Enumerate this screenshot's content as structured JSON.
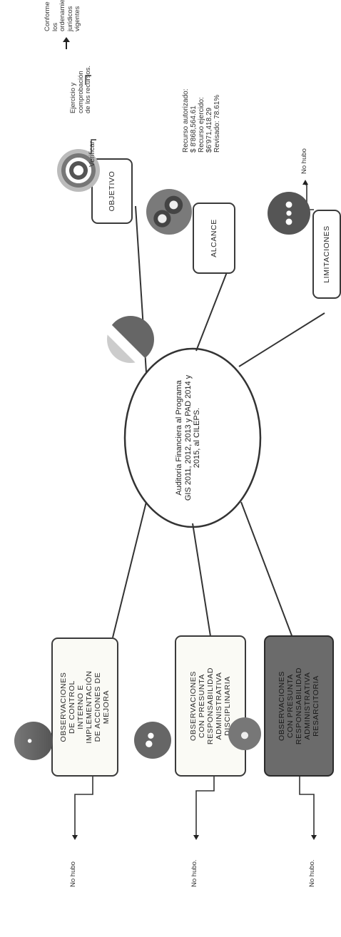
{
  "center": {
    "title": "Auditoría Financiera al Programa\nGIS 2011, 2012, 2013 y PAD 2014 y\n2015, al CILEPS."
  },
  "boxes": {
    "objetivo": "OBJETIVO",
    "alcance": "ALCANCE",
    "limitaciones": "LIMITACIONES",
    "control_interno": "OBSERVACIONES\nDE CONTROL\nINTERNO E\nIMPLEMENTACIÓN\nDE ACCIONES DE\nMEJORA",
    "disciplinaria": "OBSERVACIONES\nCON PRESUNTA\nRESPONSABILIDAD\nADMINISTRATIVA\nDISCIPLINARIA",
    "resarcitoria": "OBSERVACIONES\nCON PRESUNTA\nRESPONSABILIDAD\nADMINISTRATIVA\nRESARCITORIA"
  },
  "labels": {
    "verificar": "Verificar",
    "objetivo_top": "Conforme a los\nordenamientos\njurídicos\nvigentes",
    "objetivo_bottom": "Ejercicio y\ncomprobación\nde los recursos.",
    "alcance_text": "Recurso autorizado:\n$ 8'868,564.61\nRecurso ejercido:\n$6'971,418.29\nRevisado: 78.61%",
    "limitaciones_result": "No hubo",
    "control_result": "No hubo",
    "disciplinaria_result": "No hubo.",
    "resarcitoria_result": "No hubo."
  },
  "icons": {
    "objetivo": "target-icon",
    "alcance": "gears-icon",
    "limitaciones": "traffic-light-icon",
    "center": "document-pen-icon",
    "control_interno": "scales-icon",
    "disciplinaria": "people-icon",
    "resarcitoria": "handshake-icon"
  },
  "colors": {
    "dark_box": "#6b6b6b",
    "icon_dark": "#5a5a5a",
    "icon_light": "#c8c8c8"
  }
}
